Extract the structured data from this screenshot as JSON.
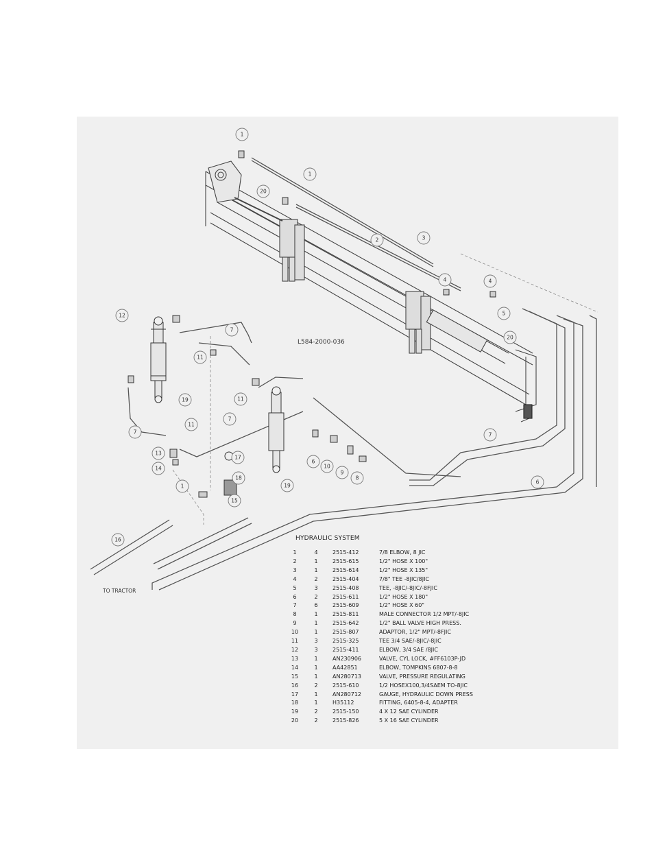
{
  "drawing": {
    "number": "L584-2000-036",
    "to_tractor_label": "TO TRACTOR",
    "balloons": [
      "1",
      "1",
      "20",
      "2",
      "3",
      "4",
      "4",
      "5",
      "20",
      "12",
      "7",
      "11",
      "19",
      "11",
      "7",
      "7",
      "11",
      "13",
      "14",
      "17",
      "18",
      "1",
      "15",
      "6",
      "10",
      "9",
      "8",
      "19",
      "6",
      "7",
      "16"
    ]
  },
  "parts_list": {
    "title": "HYDRAULIC SYSTEM",
    "rows": [
      {
        "no": "1",
        "qty": "4",
        "part": "2515-412",
        "desc": "7/8 ELBOW, 8 JIC"
      },
      {
        "no": "2",
        "qty": "1",
        "part": "2515-615",
        "desc": "1/2\" HOSE X 100\""
      },
      {
        "no": "3",
        "qty": "1",
        "part": "2515-614",
        "desc": "1/2\" HOSE X 135\""
      },
      {
        "no": "4",
        "qty": "2",
        "part": "2515-404",
        "desc": "7/8\" TEE -8JIC/8JIC"
      },
      {
        "no": "5",
        "qty": "3",
        "part": "2515-408",
        "desc": "TEE, -8JIC/-8JIC/-8FJIC"
      },
      {
        "no": "6",
        "qty": "2",
        "part": "2515-611",
        "desc": "1/2\" HOSE X 180\""
      },
      {
        "no": "7",
        "qty": "6",
        "part": "2515-609",
        "desc": "1/2\" HOSE X 60\""
      },
      {
        "no": "8",
        "qty": "1",
        "part": "2515-811",
        "desc": "MALE CONNECTOR 1/2 MPT/-8JIC"
      },
      {
        "no": "9",
        "qty": "1",
        "part": "2515-642",
        "desc": "1/2\" BALL VALVE HIGH PRESS."
      },
      {
        "no": "10",
        "qty": "1",
        "part": "2515-807",
        "desc": "ADAPTOR, 1/2\" MPT/-8FJIC"
      },
      {
        "no": "11",
        "qty": "3",
        "part": "2515-325",
        "desc": "TEE 3/4 SAE/-8JIC/-8JIC"
      },
      {
        "no": "12",
        "qty": "3",
        "part": "2515-411",
        "desc": "ELBOW, 3/4 SAE /8JIC"
      },
      {
        "no": "13",
        "qty": "1",
        "part": "AN230906",
        "desc": "VALVE, CYL LOCK, #FF6103P-JD"
      },
      {
        "no": "14",
        "qty": "1",
        "part": "AA42851",
        "desc": "ELBOW, TOMPKINS 6807-8-8"
      },
      {
        "no": "15",
        "qty": "1",
        "part": "AN280713",
        "desc": "VALVE, PRESSURE REGULATING"
      },
      {
        "no": "16",
        "qty": "2",
        "part": "2515-610",
        "desc": "1/2 HOSEX100,3/4SAEM TO-8JIC"
      },
      {
        "no": "17",
        "qty": "1",
        "part": "AN280712",
        "desc": "GAUGE, HYDRAULIC DOWN PRESS"
      },
      {
        "no": "18",
        "qty": "1",
        "part": "H35112",
        "desc": "FITTING, 6405-8-4, ADAPTER"
      },
      {
        "no": "19",
        "qty": "2",
        "part": "2515-150",
        "desc": "4 X 12 SAE CYLINDER"
      },
      {
        "no": "20",
        "qty": "2",
        "part": "2515-826",
        "desc": "5 X 16 SAE CYLINDER"
      }
    ]
  }
}
